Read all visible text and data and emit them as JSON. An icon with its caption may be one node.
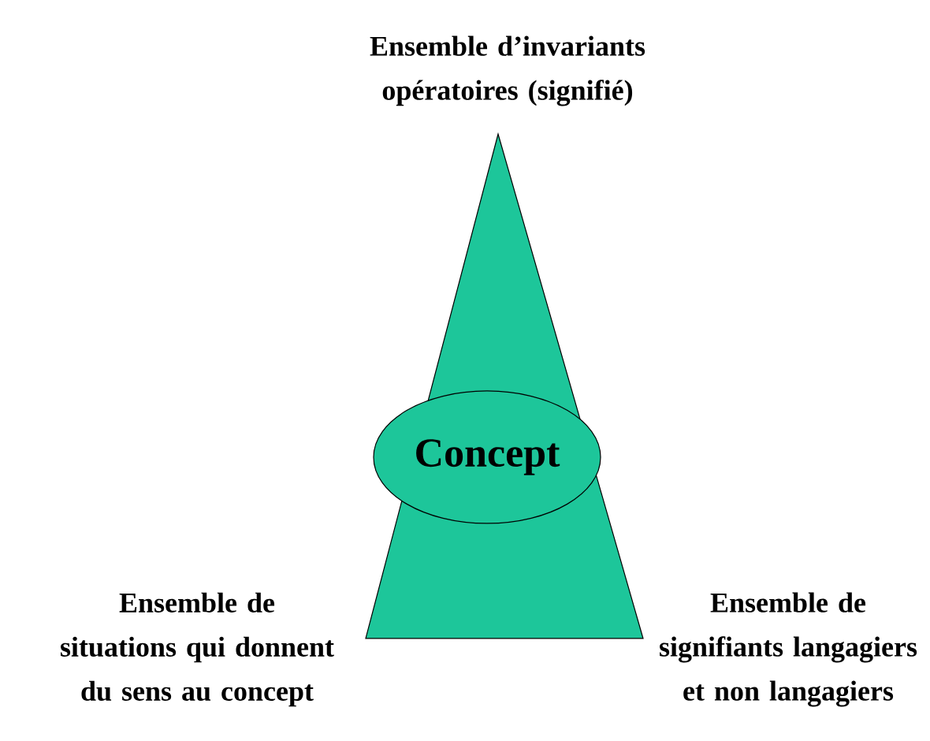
{
  "diagram": {
    "nodes": [
      {
        "text": [],
        "shape": "triangle"
      },
      {
        "text": [
          "Concept"
        ],
        "in": 0
      }
    ],
    "labels": [
      "Ensemble d’invariants opératoires (signifié)",
      "Ensemble de situations qui donnent du sens au concept",
      "Ensemble de signifiants langagiers et non langagiers"
    ]
  }
}
